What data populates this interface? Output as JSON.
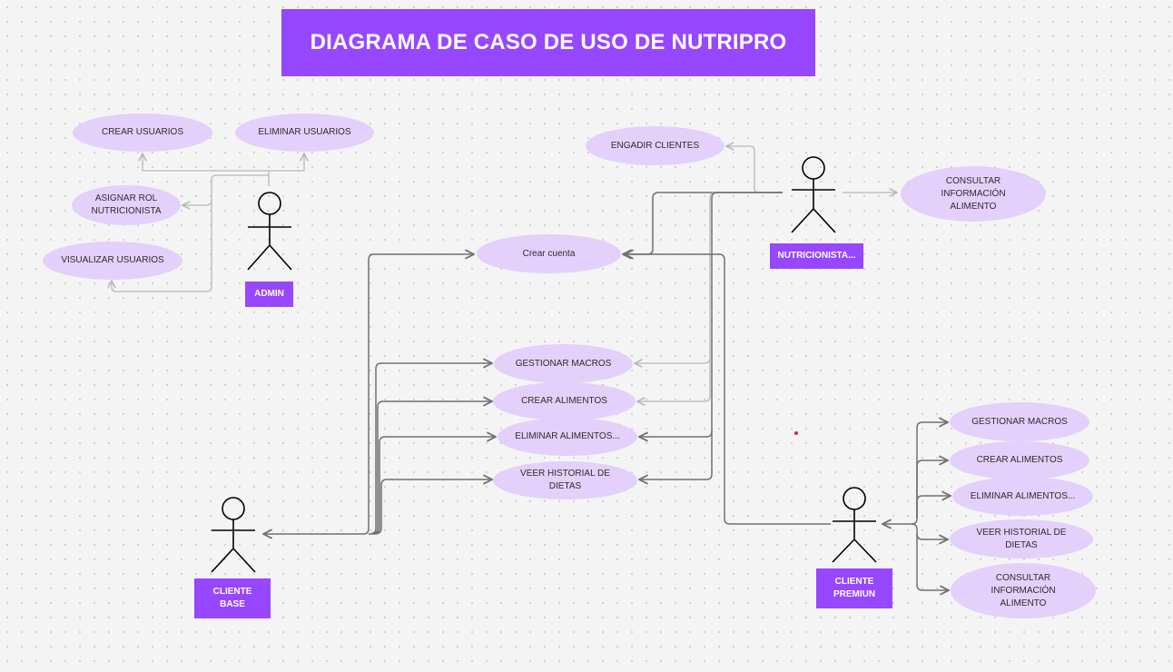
{
  "diagram": {
    "title": "DIAGRAMA DE CASO DE USO DE NUTRIPRO",
    "colors": {
      "accent": "#9747ff",
      "usecase_fill": "#e3d0fb",
      "connector": "#707070",
      "connector_light": "#b8b8b8"
    },
    "actors": {
      "admin": {
        "label": "ADMIN"
      },
      "nutricionista": {
        "label": "NUTRICIONISTA..."
      },
      "cliente_base": {
        "label": "CLIENTE\nBASE"
      },
      "cliente_premium": {
        "label": "CLIENTE\nPREMIUN"
      }
    },
    "usecases": {
      "crear_usuarios": "CREAR USUARIOS",
      "eliminar_usuarios": "ELIMINAR USUARIOS",
      "asignar_rol": "ASIGNAR ROL\nNUTRICIONISTA",
      "visualizar_usuarios": "VISUALIZAR USUARIOS",
      "engadir_clientes": "ENGADIR CLIENTES",
      "consultar_info_nutri": "CONSULTAR\nINFORMACIÓN\nALIMENTO",
      "crear_cuenta": "Crear cuenta",
      "gestionar_macros": "GESTIONAR MACROS",
      "crear_alimentos": "CREAR ALIMENTOS",
      "eliminar_alimentos": "ELIMINAR ALIMENTOS...",
      "veer_historial": "VEER HISTORIAL DE\nDIETAS",
      "p_gestionar_macros": "GESTIONAR MACROS",
      "p_crear_alimentos": "CREAR ALIMENTOS",
      "p_eliminar_alimentos": "ELIMINAR ALIMENTOS...",
      "p_veer_historial": "VEER HISTORIAL DE\nDIETAS",
      "p_consultar_info": "CONSULTAR\nINFORMACIÓN\nALIMENTO"
    }
  }
}
